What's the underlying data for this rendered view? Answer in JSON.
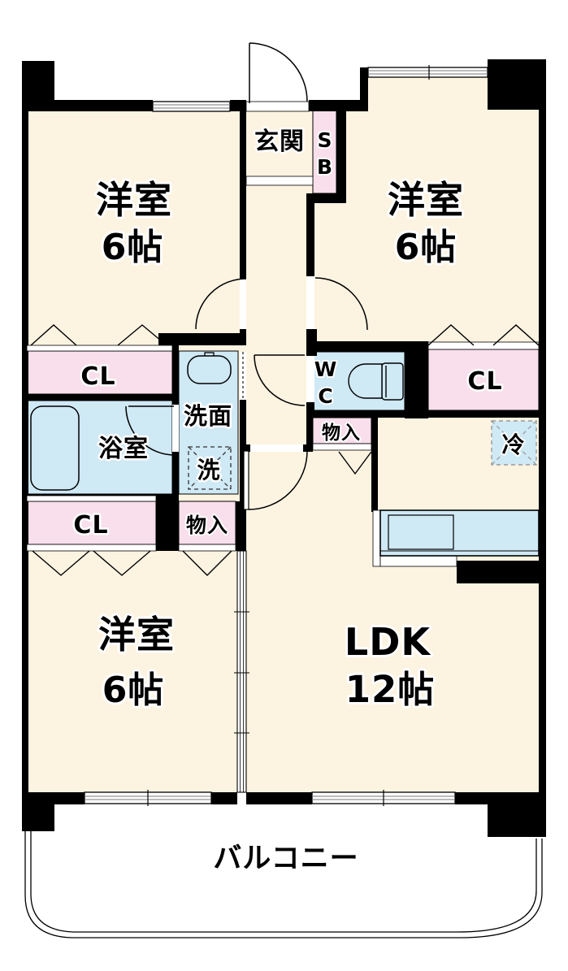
{
  "floor_plan": {
    "colors": {
      "wall": "#000000",
      "floor_cream": "#fcf3e1",
      "closet_pink": "#f8dfeb",
      "wet_area_blue": "#cfe9f5",
      "background": "#ffffff"
    },
    "entrance": {
      "label": "玄関",
      "shoe_box_line1": "S",
      "shoe_box_line2": "B"
    },
    "rooms": {
      "western_top_left": {
        "name": "洋室",
        "size": "6帖"
      },
      "western_top_right": {
        "name": "洋室",
        "size": "6帖"
      },
      "western_bottom_left": {
        "name": "洋室",
        "size": "6帖"
      },
      "ldk": {
        "name": "LDK",
        "size": "12帖"
      }
    },
    "wet_areas": {
      "bath": "浴室",
      "washroom": "洗面",
      "washer": "洗",
      "wc_line1": "W",
      "wc_line2": "C"
    },
    "storage": {
      "closet_top_left": "CL",
      "closet_right": "CL",
      "closet_bottom_left": "CL",
      "storage_right": "物入",
      "storage_bottom_left": "物入",
      "fridge": "冷"
    },
    "balcony": {
      "label": "バルコニー"
    }
  }
}
